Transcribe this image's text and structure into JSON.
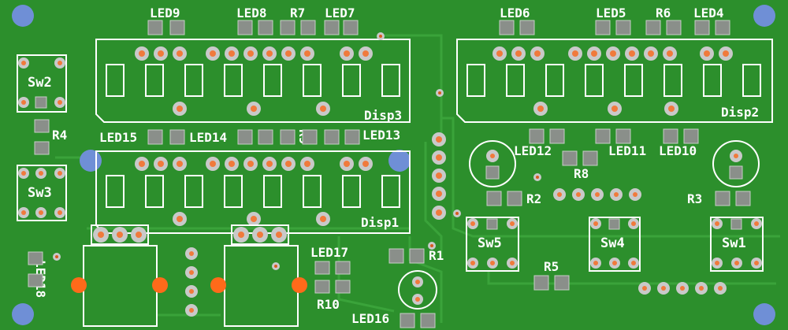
{
  "labels": {
    "led9": "LED9",
    "led8": "LED8",
    "r7": "R7",
    "led7": "LED7",
    "led6": "LED6",
    "led5": "LED5",
    "r6": "R6",
    "led4": "LED4",
    "sw2": "Sw2",
    "r4": "R4",
    "sw3": "Sw3",
    "disp3": "Disp3",
    "disp2": "Disp2",
    "disp1": "Disp1",
    "led15": "LED15",
    "led14": "LED14",
    "r9": "R9",
    "led13": "LED13",
    "led12": "LED12",
    "led11": "LED11",
    "led10": "LED10",
    "r8": "R8",
    "r2": "R2",
    "r3": "R3",
    "sw5": "Sw5",
    "sw4": "Sw4",
    "sw1": "Sw1",
    "r5": "R5",
    "led18": "LED18",
    "led17": "LED17",
    "r10": "R10",
    "r1": "R1",
    "led16": "LED16"
  },
  "colors": {
    "board": "#2c8f2c",
    "silkscreen": "#ffffff",
    "pad": "#8a8f8a",
    "drill": "#f07a3c",
    "mount_hole": "#6f8fd6",
    "jack_pad": "#ff6a1a"
  }
}
